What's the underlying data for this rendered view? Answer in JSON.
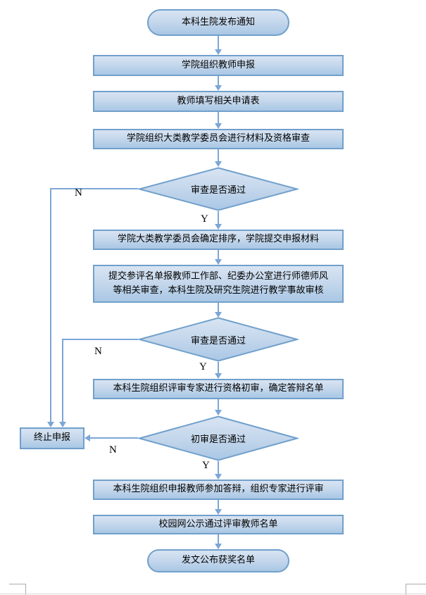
{
  "flowchart": {
    "nodes": [
      {
        "id": "start",
        "type": "terminator",
        "label": "本科生院发布通知"
      },
      {
        "id": "step1",
        "type": "process",
        "label": "学院组织教师申报"
      },
      {
        "id": "step2",
        "type": "process",
        "label": "教师填写相关申请表"
      },
      {
        "id": "step3",
        "type": "process",
        "label": "学院组织大类教学委员会进行材料及资格审查"
      },
      {
        "id": "decision1",
        "type": "decision",
        "label": "审查是否通过"
      },
      {
        "id": "step4",
        "type": "process",
        "label": "学院大类教学委员会确定排序，学院提交申报材料"
      },
      {
        "id": "step5",
        "type": "process",
        "label": "提交参评名单报教师工作部、纪委办公室进行师德师风\n等相关审查，本科生院及研究生院进行教学事故审核"
      },
      {
        "id": "decision2",
        "type": "decision",
        "label": "审查是否通过"
      },
      {
        "id": "step6",
        "type": "process",
        "label": "本科生院组织评审专家进行资格初审，确定答辩名单"
      },
      {
        "id": "decision3",
        "type": "decision",
        "label": "初审是否通过"
      },
      {
        "id": "terminate",
        "type": "process",
        "label": "终止申报"
      },
      {
        "id": "step7",
        "type": "process",
        "label": "本科生院组织申报教师参加答辩，组织专家进行评审"
      },
      {
        "id": "step8",
        "type": "process",
        "label": "校园网公示通过评审教师名单"
      },
      {
        "id": "end",
        "type": "terminator",
        "label": "发文公布获奖名单"
      }
    ],
    "branch_labels": {
      "yes": "Y",
      "no": "N"
    },
    "colors": {
      "shape_fill_top": "#D8E4F3",
      "shape_fill_bottom": "#A9C7E5",
      "shape_border": "#71A0CB",
      "connector": "#7CA6D6",
      "text": "#000000"
    }
  }
}
